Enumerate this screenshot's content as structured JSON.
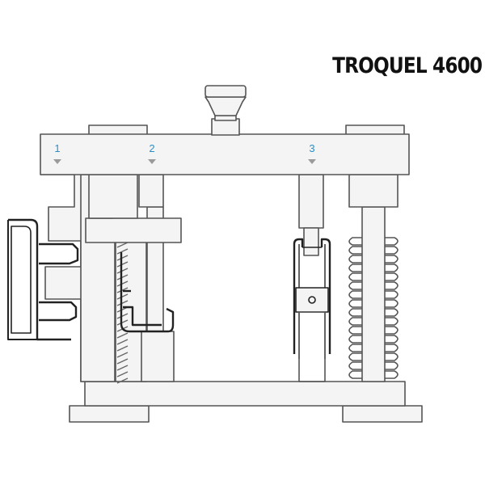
{
  "title": "TROQUEL 4600",
  "callouts": [
    {
      "number": "1"
    },
    {
      "number": "2"
    },
    {
      "number": "3"
    }
  ],
  "colors": {
    "line": "#555555",
    "fill": "#f4f4f4",
    "accent": "#2a8fc8",
    "marker": "#9a9a9a",
    "profile": "#222222"
  }
}
